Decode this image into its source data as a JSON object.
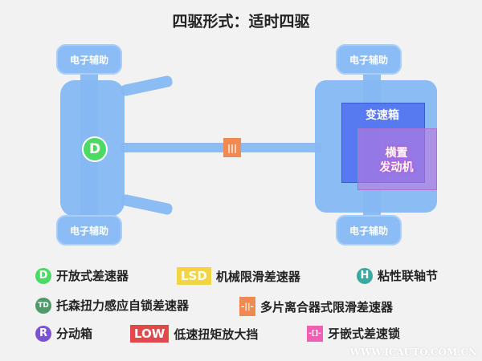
{
  "title": "四驱形式：适时四驱",
  "wheel_label": "电子辅助",
  "rear_diff_badge": "D",
  "transmission": "变速箱",
  "engine_line1": "横置",
  "engine_line2": "发动机",
  "legend": [
    {
      "badge": "D",
      "label": "开放式差速器",
      "color": "#4cd964"
    },
    {
      "badge": "LSD",
      "label": "机械限滑差速器",
      "color": "#f5d442"
    },
    {
      "badge": "H",
      "label": "粘性联轴节",
      "color": "#3aa9a0"
    },
    {
      "badge": "TD",
      "label": "托森扭力感应自锁差速器",
      "color": "#4f9a6a"
    },
    {
      "badge": "-||-",
      "label": "多片离合器式限滑差速器",
      "color": "#f08a50"
    },
    {
      "badge": "R",
      "label": "分动箱",
      "color": "#7b52d6"
    },
    {
      "badge": "LOW",
      "label": "低速扭矩放大挡",
      "color": "#e04a4a"
    },
    {
      "badge": "-[]-",
      "label": "牙嵌式差速锁",
      "color": "#f05fb5"
    }
  ],
  "watermark": "WWW.ICAUTO.COM.CN"
}
